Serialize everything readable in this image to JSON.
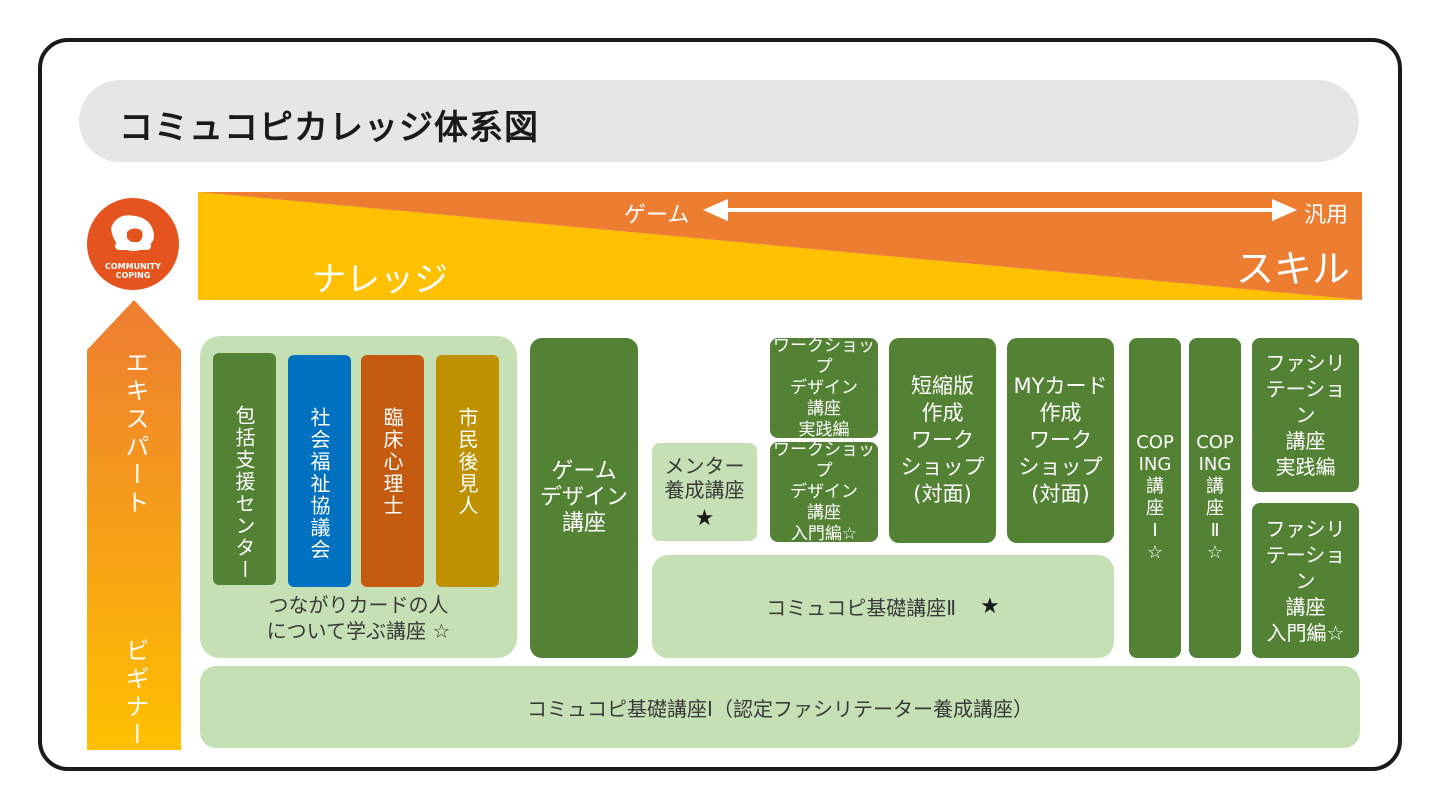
{
  "title": "コミュコピカレッジ体系図",
  "band": {
    "left_label": "ゲーム",
    "right_label": "汎用",
    "knowledge": "ナレッジ",
    "skill": "スキル"
  },
  "logo": {
    "line1": "COMMUNITY",
    "line2": "COPING"
  },
  "arrow": {
    "top": "エキスパート",
    "bottom": "ビギナー"
  },
  "connection_group": {
    "columns": [
      "包括支援センター",
      "社会福祉協議会",
      "臨床心理士",
      "市民後見人"
    ],
    "caption": "つながりカードの人\nについて学ぶ講座 ☆"
  },
  "game_design": "ゲーム\nデザイン\n講座",
  "mentor": {
    "label": "メンター\n養成講座",
    "mark": "★"
  },
  "workshop_design_practice": "ワークショップ\nデザイン\n講座\n実践編",
  "workshop_design_intro": "ワークショップ\nデザイン\n講座\n入門編☆",
  "short_workshop": "短縮版\n作成\nワーク\nショップ\n(対面)",
  "my_card_workshop": "MYカード\n作成\nワーク\nショップ\n(対面)",
  "basic_2": {
    "label": "コミュコピ基礎講座Ⅱ",
    "mark": "★"
  },
  "coping_1": "COP\nING\n講\n座\nⅠ\n☆",
  "coping_2": "COP\nING\n講\n座\nⅡ\n☆",
  "facil_practice": "ファシリ\nテーショ\nン\n講座\n実践編",
  "facil_intro": "ファシリ\nテーショ\nン\n講座\n入門編☆",
  "basic_1": "コミュコピ基礎講座Ⅰ（認定ファシリテーター養成講座）",
  "colors": {
    "orange": "#ed7d31",
    "yellow": "#ffc000",
    "dark_green": "#548235",
    "light_green": "#c5e0b4",
    "blue": "#0070c0",
    "rust": "#c55a11",
    "mustard": "#bf9000"
  }
}
